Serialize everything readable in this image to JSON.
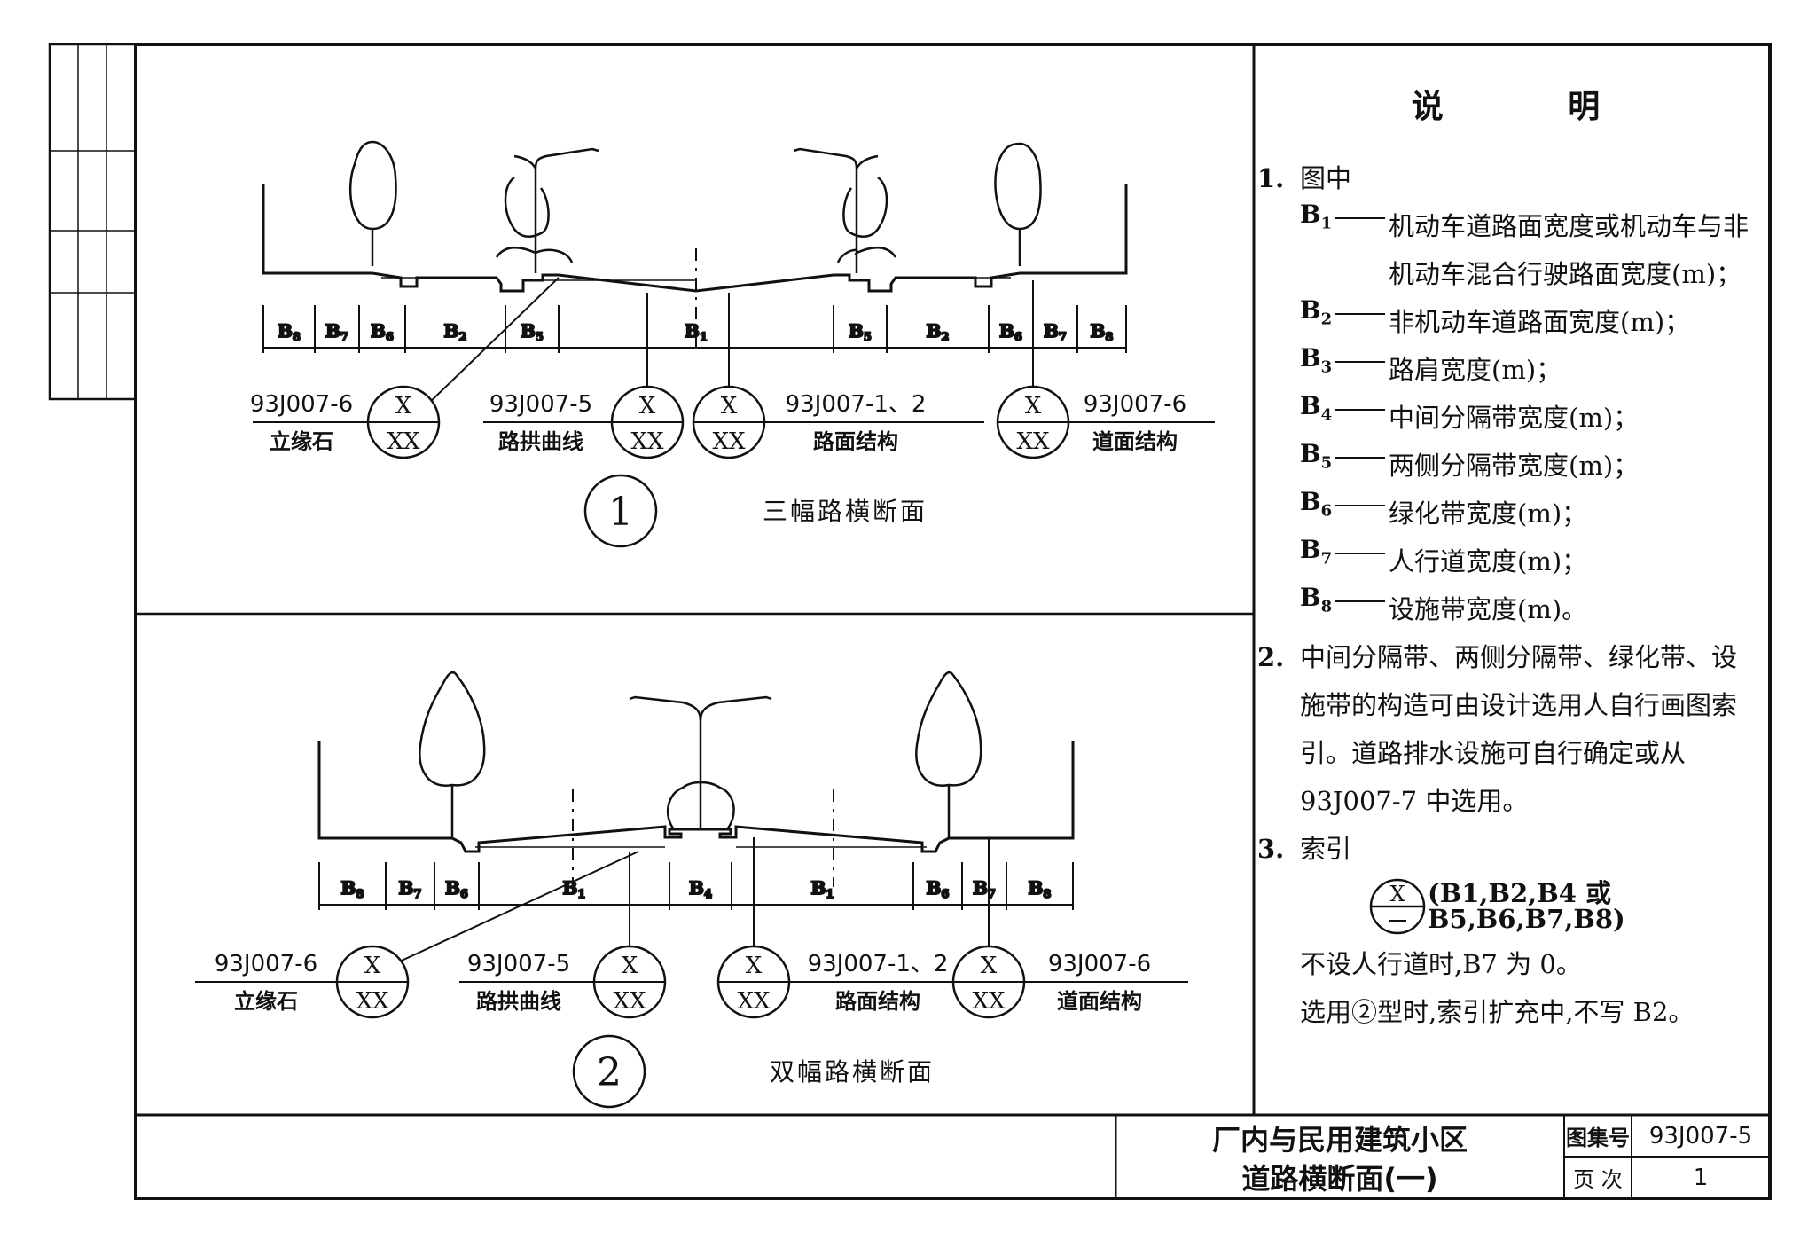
{
  "drawing": {
    "top_section": {
      "label": "三幅路横断面",
      "number": "1",
      "width_labels": [
        "B8",
        "B7",
        "B6",
        "B2",
        "B5",
        "B1",
        "B5",
        "B2",
        "B6",
        "B7",
        "B8"
      ],
      "references": [
        {
          "code": "93J007-6",
          "name": "立缘石",
          "symbol_top": "X",
          "symbol_bottom": "XX"
        },
        {
          "code": "93J007-5",
          "name": "路拱曲线",
          "symbol_top": "X",
          "symbol_bottom": "XX"
        },
        {
          "code": "93J007-1、2",
          "name": "路面结构",
          "symbol_top": "X",
          "symbol_bottom": "XX"
        },
        {
          "code": "93J007-6",
          "name": "道面结构",
          "symbol_top": "X",
          "symbol_bottom": "XX"
        }
      ]
    },
    "bottom_section": {
      "label": "双幅路横断面",
      "number": "2",
      "width_labels": [
        "B8",
        "B7",
        "B6",
        "B1",
        "B4",
        "B1",
        "B6",
        "B7",
        "B8"
      ],
      "references": [
        {
          "code": "93J007-6",
          "name": "立缘石",
          "symbol_top": "X",
          "symbol_bottom": "XX"
        },
        {
          "code": "93J007-5",
          "name": "路拱曲线",
          "symbol_top": "X",
          "symbol_bottom": "XX"
        },
        {
          "code": "93J007-1、2",
          "name": "路面结构",
          "symbol_top": "X",
          "symbol_bottom": "XX"
        },
        {
          "code": "93J007-6",
          "name": "道面结构",
          "symbol_top": "X",
          "symbol_bottom": "XX"
        }
      ]
    }
  },
  "notes": {
    "heading": "说 明",
    "item1_num": "1.",
    "item1_text": "图中",
    "definitions": [
      {
        "code": "B1",
        "text": "机动车道路面宽度或机动车与非机动车混合行驶路面宽度(m)；"
      },
      {
        "code": "B2",
        "text": "非机动车道路面宽度(m)；"
      },
      {
        "code": "B3",
        "text": "路肩宽度(m)；"
      },
      {
        "code": "B4",
        "text": "中间分隔带宽度(m)；"
      },
      {
        "code": "B5",
        "text": "两侧分隔带宽度(m)；"
      },
      {
        "code": "B6",
        "text": "绿化带宽度(m)；"
      },
      {
        "code": "B7",
        "text": "人行道宽度(m)；"
      },
      {
        "code": "B8",
        "text": "设施带宽度(m)。"
      }
    ],
    "item2_num": "2.",
    "item2_text": "中间分隔带、两侧分隔带、绿化带、设施带的构造可由设计选用人自行画图索引。道路排水设施可自行确定或从 93J007-7 中选用。",
    "item3_num": "3.",
    "item3_text": "索引",
    "index_symbol_top": "X",
    "index_text": "(B1,B2,B4 或 B5,B6,B7,B8)",
    "note_a": "不设人行道时,B7 为 0。",
    "note_b": "选用②型时,索引扩充中,不写 B2。"
  },
  "title_block": {
    "title_line1": "厂内与民用建筑小区",
    "title_line2": "道路横断面(一)",
    "atlas_label": "图集号",
    "atlas_value": "93J007-5",
    "page_label": "页 次",
    "page_value": "1"
  }
}
